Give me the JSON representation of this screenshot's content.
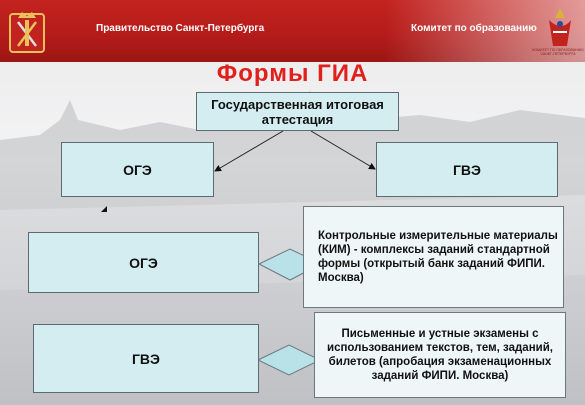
{
  "header": {
    "left_text": "Правительство Санкт-Петербурга",
    "right_text": "Комитет по образованию",
    "logo_caption": "КОМИТЕТ ПО ОБРАЗОВАНИЮ САНКТ-ПЕТЕРБУРГА",
    "colors": {
      "bar": "#b51c1a",
      "title": "#e0201c",
      "box": "#d3edf1"
    }
  },
  "title": "Формы   ГИА",
  "diagram": {
    "root": "Государственная итоговая аттестация",
    "branch_left": "ОГЭ",
    "branch_right": "ГВЭ",
    "row1_label": "ОГЭ",
    "row1_desc": "Контрольные измерительные материалы (КИМ) - комплексы заданий стандартной формы (открытый банк заданий ФИПИ. Москва)",
    "row2_label": "ГВЭ",
    "row2_desc": "Письменные и устные экзамены с использованием текстов, тем, заданий, билетов (апробация экзаменационных заданий ФИПИ. Москва)"
  }
}
